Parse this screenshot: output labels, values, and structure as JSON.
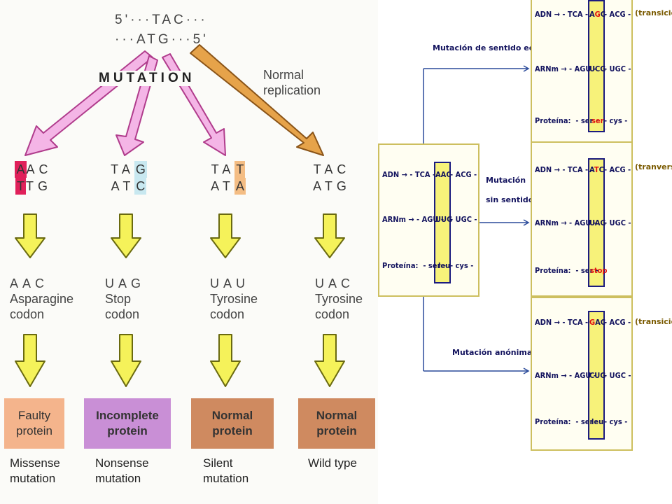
{
  "left": {
    "top_strand_line1": "5'···TAC···",
    "top_strand_line2": "···ATG···5'",
    "mutation_label": "MUTATION",
    "normal_replication": [
      "Normal",
      "replication"
    ],
    "columns": [
      {
        "codon_top": [
          "A",
          "AC"
        ],
        "codon_bottom": [
          "T",
          "TG"
        ],
        "highlight": "first",
        "highlight_color": "#e0205a",
        "mrna": "AAC",
        "mrna_name": [
          "Asparagine",
          "codon"
        ],
        "protein": [
          "Faulty",
          "protein"
        ],
        "protein_color": "#f4b48c",
        "type": [
          "Missense",
          "mutation"
        ]
      },
      {
        "codon_top": [
          "TA",
          "G"
        ],
        "codon_bottom": [
          "AT",
          "C"
        ],
        "highlight": "last",
        "highlight_color": "#c8e8f0",
        "mrna": "UAG",
        "mrna_name": [
          "Stop",
          "codon"
        ],
        "protein": [
          "Incomplete",
          "protein"
        ],
        "protein_color": "#c98fd6",
        "type": [
          "Nonsense",
          "mutation"
        ]
      },
      {
        "codon_top": [
          "TA",
          "T"
        ],
        "codon_bottom": [
          "AT",
          "A"
        ],
        "highlight": "last",
        "highlight_color": "#f4bd84",
        "mrna": "UAU",
        "mrna_name": [
          "Tyrosine",
          "codon"
        ],
        "protein": [
          "Normal",
          "protein"
        ],
        "protein_color": "#cf8a60",
        "type": [
          "Silent",
          "mutation"
        ]
      },
      {
        "codon_top": [
          "TAC",
          ""
        ],
        "codon_bottom": [
          "ATG",
          ""
        ],
        "highlight": "none",
        "highlight_color": "",
        "mrna": "UAC",
        "mrna_name": [
          "Tyrosine",
          "codon"
        ],
        "protein": [
          "Normal",
          "protein"
        ],
        "protein_color": "#cf8a60",
        "type": [
          "Wild type",
          ""
        ]
      }
    ],
    "colors": {
      "pink_arrow": "#f4b5e6",
      "orange_arrow": "#e6a34a",
      "yellow_arrow": "#f5f25a"
    }
  },
  "right": {
    "original": {
      "adn": [
        "ADN → - TCA -",
        "AAC",
        "- ACG -"
      ],
      "arnm": [
        "ARNm → - AGU -",
        "UUG",
        "- UGC -"
      ],
      "prot": [
        "Proteína:  - ser -",
        "leu",
        "- cys -"
      ]
    },
    "mutations": [
      {
        "label": "Mutación de sentido equivocado",
        "tag": "(transición)",
        "adn": [
          "ADN → - TCA -",
          "A",
          "G",
          "C",
          "- ACG -"
        ],
        "arnm": [
          "ARNm → - AGU -",
          "UCG",
          "- UGC -"
        ],
        "prot": [
          "Proteína:  - ser -",
          "ser",
          "- cys -"
        ]
      },
      {
        "label": [
          "Mutación",
          "sin sentido"
        ],
        "tag": "(tranversión)",
        "adn": [
          "ADN → - TCA -",
          "A",
          "T",
          "C",
          "- ACG -"
        ],
        "arnm": [
          "ARNm → - AGU -",
          "UAG",
          "- UGC -"
        ],
        "prot": [
          "Proteína:  - ser -",
          "stop",
          ""
        ]
      },
      {
        "label": "Mutación anónima",
        "tag": "(transición)",
        "adn": [
          "ADN → - TCA -",
          "G",
          "A",
          "C",
          "- ACG -"
        ],
        "arnm": [
          "ARNm → - AGU -",
          "CUG",
          "- UGC -"
        ],
        "prot": [
          "Proteína:  - ser -",
          "leu",
          "- cys -"
        ]
      }
    ],
    "colors": {
      "box_border": "#cdbf5f",
      "column_fill": "#f7f27a",
      "text": "#13135e",
      "highlight_red": "#e01010",
      "connector": "#2a4a9a"
    }
  }
}
